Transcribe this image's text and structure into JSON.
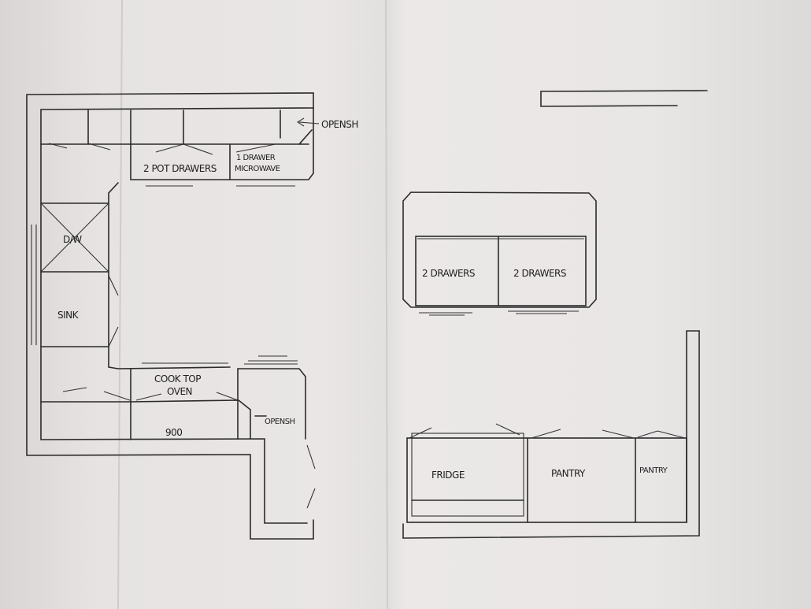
{
  "labels": {
    "open_shelf_top": "OPENSH",
    "pot_drawers": "2 POT DRAWERS",
    "drawer_microwave_1": "1 DRAWER",
    "drawer_microwave_2": "MICROWAVE",
    "dishwasher": "D/W",
    "sink": "SINK",
    "cooktop": "COOK TOP",
    "oven": "OVEN",
    "width_900": "900",
    "open_shelf_bottom": "OPENSH",
    "island_drawers_left": "2 DRAWERS",
    "island_drawers_right": "2 DRAWERS",
    "fridge": "FRIDGE",
    "pantry_large": "PANTRY",
    "pantry_small": "PANTRY"
  }
}
